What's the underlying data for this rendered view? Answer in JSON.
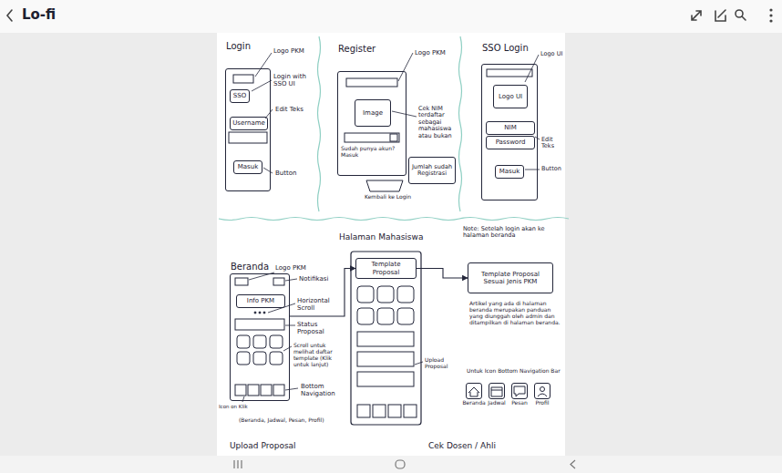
{
  "diagram": {
    "nodes": [
      {
        "text": [
          "Login"
        ]
      },
      {
        "text": [
          "SSO"
        ],
        "in": 0
      },
      {
        "text": [
          "Username"
        ],
        "in": 0
      },
      {
        "text": [
          "Masuk"
        ],
        "in": 0
      },
      {
        "text": [
          "Register"
        ]
      },
      {
        "text": [
          "Image"
        ],
        "in": 4
      },
      {
        "text": [
          "Jumlah sudah Registrasi"
        ]
      },
      {
        "text": [
          "SSO Login"
        ]
      },
      {
        "text": [
          "Logo UI"
        ],
        "in": 7
      },
      {
        "text": [
          "NIM"
        ],
        "in": 7
      },
      {
        "text": [
          "Password"
        ],
        "in": 7
      },
      {
        "text": [
          "Masuk"
        ],
        "in": 7
      },
      {
        "text": [
          "Beranda"
        ]
      },
      {
        "text": [
          "Info PKM"
        ],
        "in": 12
      },
      {
        "text": [
          "Template Proposal"
        ]
      },
      {
        "text": [
          "Template Proposal Sesuai Jenis PKM"
        ]
      },
      {
        "text": [
          "Beranda"
        ]
      },
      {
        "text": [
          "Jadwal"
        ]
      },
      {
        "text": [
          "Pesan"
        ]
      },
      {
        "text": [
          "Profil"
        ]
      }
    ],
    "edges": [
      {
        "from": 12,
        "to": 14,
        "arrow": "to"
      },
      {
        "from": 14,
        "to": 15,
        "arrow": "to"
      }
    ],
    "labels": [
      "Lo-fi",
      "Logo PKM",
      "Login with SSO UI",
      "Edit Teks",
      "Button",
      "Logo PKM",
      "Cek NIM terdaftar sebagai mahasiswa atau bukan",
      "Sudah punya akun? Masuk",
      "Kembali ke Login",
      "Logo UI",
      "Edit Teks",
      "Button",
      "Halaman Mahasiswa",
      "Note: Setelah login akan ke halaman beranda",
      "Logo PKM",
      "Notifikasi",
      "Horizontal Scroll",
      "Status Proposal",
      "Scroll untuk melihat daftar template (Klik untuk lanjut)",
      "Icon on Klik",
      "Bottom Navigation",
      "(Beranda, Jadwal, Pesan, Profil)",
      "Upload Proposal",
      "Artikel yang ada di halaman beranda merupakan panduan yang diunggah oleh admin dan ditampilkan di halaman beranda.",
      "Untuk Icon Bottom Navigation Bar",
      "Upload Proposal",
      "Cek Dosen / Ahli"
    ]
  }
}
